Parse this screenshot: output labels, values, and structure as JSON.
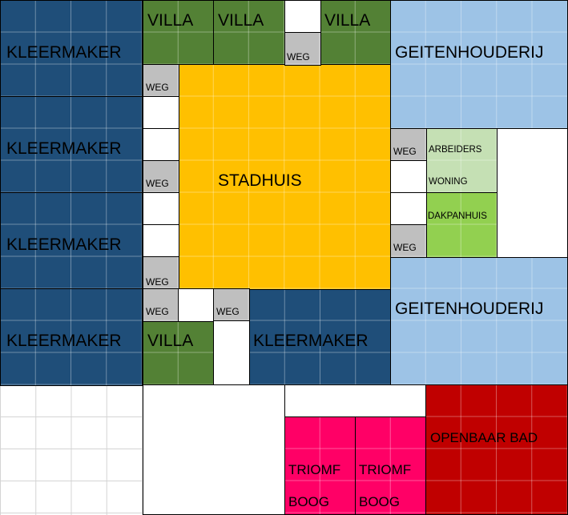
{
  "colors": {
    "kleermaker": "#1f4e79",
    "villa": "#538135",
    "weg": "#bfbfbf",
    "stadhuis": "#ffc000",
    "geitenhouderij": "#9dc3e6",
    "arbeiderswoning": "#c5e0b4",
    "dakpanhuis": "#92d050",
    "openbaar_bad": "#c00000",
    "triomfboog": "#ff0066",
    "grid": "#d4d4d4"
  },
  "labels": {
    "kleermaker": "KLEERMAKER",
    "villa": "VILLA",
    "weg": "WEG",
    "stadhuis": "STADHUIS",
    "geitenhouderij": "GEITENHOUDERIJ",
    "arbeiders": "ARBEIDERS",
    "woning": "WONING",
    "dakpanhuis": "DAKPANHUIS",
    "openbaar_bad": "OPENBAAR BAD",
    "triomf": "TRIOMF",
    "boog": "BOOG"
  }
}
